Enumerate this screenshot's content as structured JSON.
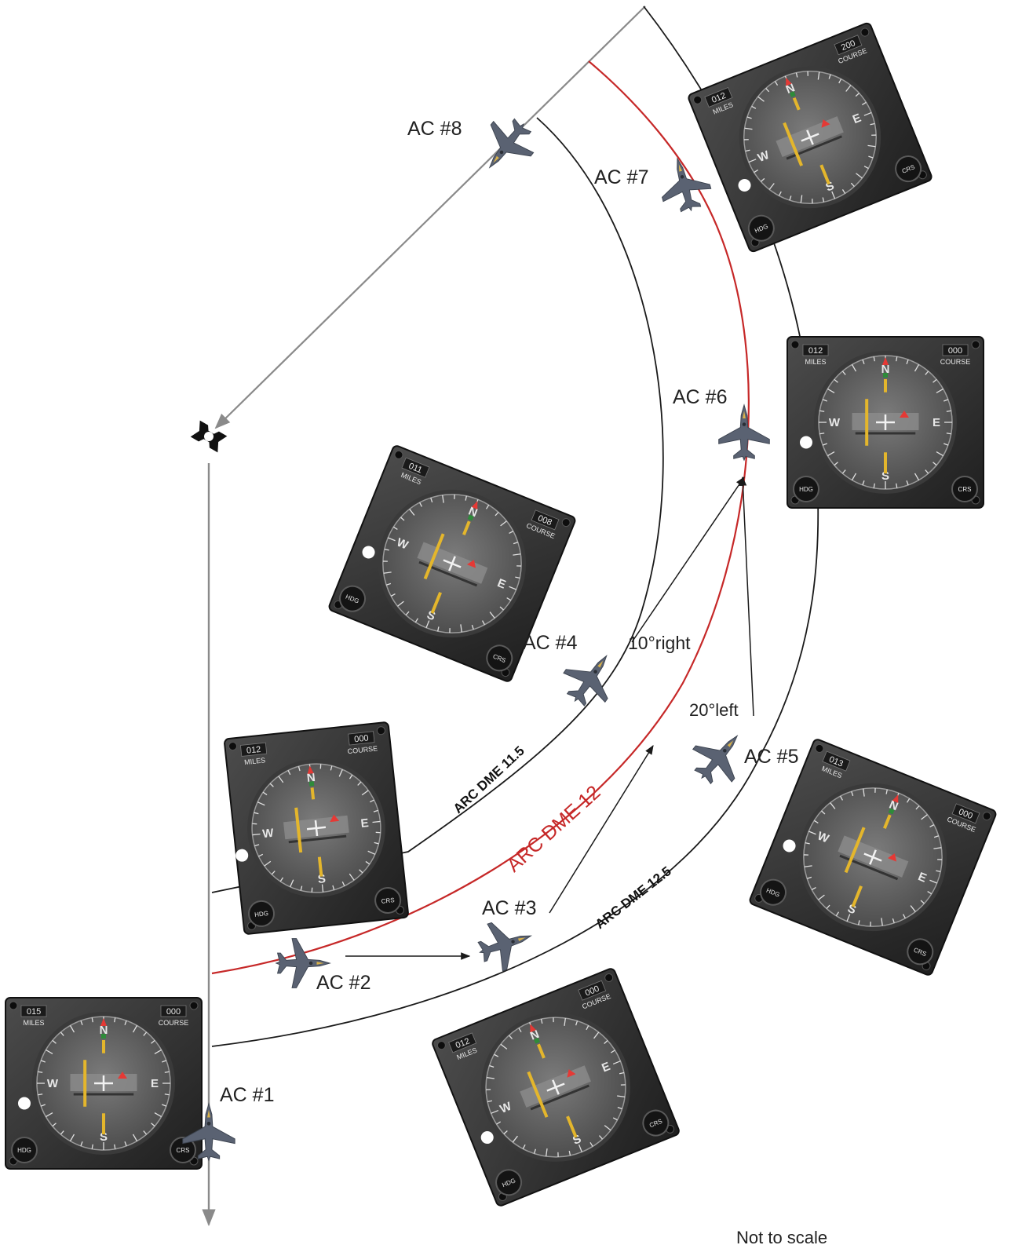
{
  "aircraft_labels": [
    "AC #1",
    "AC #2",
    "AC #3",
    "AC #4",
    "AC #5",
    "AC #6",
    "AC #7",
    "AC #8"
  ],
  "arcs": {
    "inner": "ARC DME 11.5",
    "middle": "ARC DME 12",
    "outer": "ARC DME 12.5"
  },
  "turn_labels": {
    "right": "10°right",
    "left": "20°left"
  },
  "hsi_instruments": [
    {
      "miles": "015",
      "course": "000"
    },
    {
      "miles": "012",
      "course": "000"
    },
    {
      "miles": "011",
      "course": "008"
    },
    {
      "miles": "012",
      "course": "000"
    },
    {
      "miles": "013",
      "course": "000"
    },
    {
      "miles": "012",
      "course": "000"
    },
    {
      "miles": "012",
      "course": "200"
    }
  ],
  "hsi_common": {
    "miles_label": "MILES",
    "course_label": "COURSE",
    "hdg_knob": "HDG",
    "crs_knob": "CRS",
    "cardinals": [
      "N",
      "E",
      "S",
      "W"
    ]
  },
  "note": "Not to scale",
  "colors": {
    "track_red": "#c62828",
    "track_black": "#1a1a1a",
    "radial_gray": "#8a8a8a",
    "aircraft": "#5a6272"
  },
  "icons": [
    "vortac-icon",
    "fighter-jet-icon",
    "hsi-instrument-icon"
  ]
}
